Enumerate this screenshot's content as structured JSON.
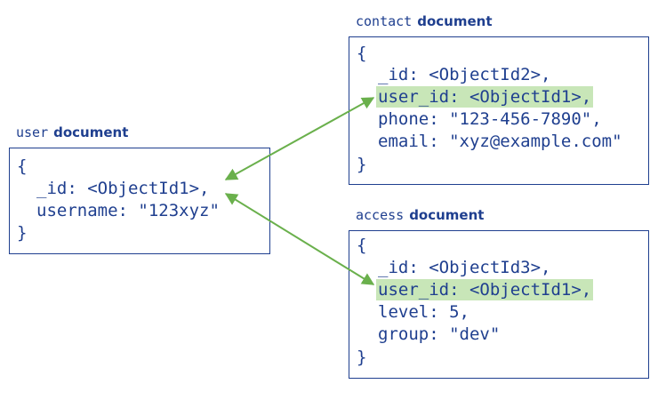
{
  "colors": {
    "text": "#1f3f8f",
    "highlight": "#c8e6b8",
    "arrow": "#6ab04c"
  },
  "user": {
    "title_mono": "user",
    "title_bold": "document",
    "lines": [
      "{",
      "_id: <ObjectId1>,",
      "username: \"123xyz\"",
      "}"
    ]
  },
  "contact": {
    "title_mono": "contact",
    "title_bold": "document",
    "lines": [
      "{",
      "_id: <ObjectId2>,",
      "user_id: <ObjectId1>,",
      "phone: \"123-456-7890\",",
      "email: \"xyz@example.com\"",
      "}"
    ]
  },
  "access": {
    "title_mono": "access",
    "title_bold": "document",
    "lines": [
      "{",
      "_id: <ObjectId3>,",
      "user_id: <ObjectId1>,",
      "level: 5,",
      "group: \"dev\"",
      "}"
    ]
  }
}
